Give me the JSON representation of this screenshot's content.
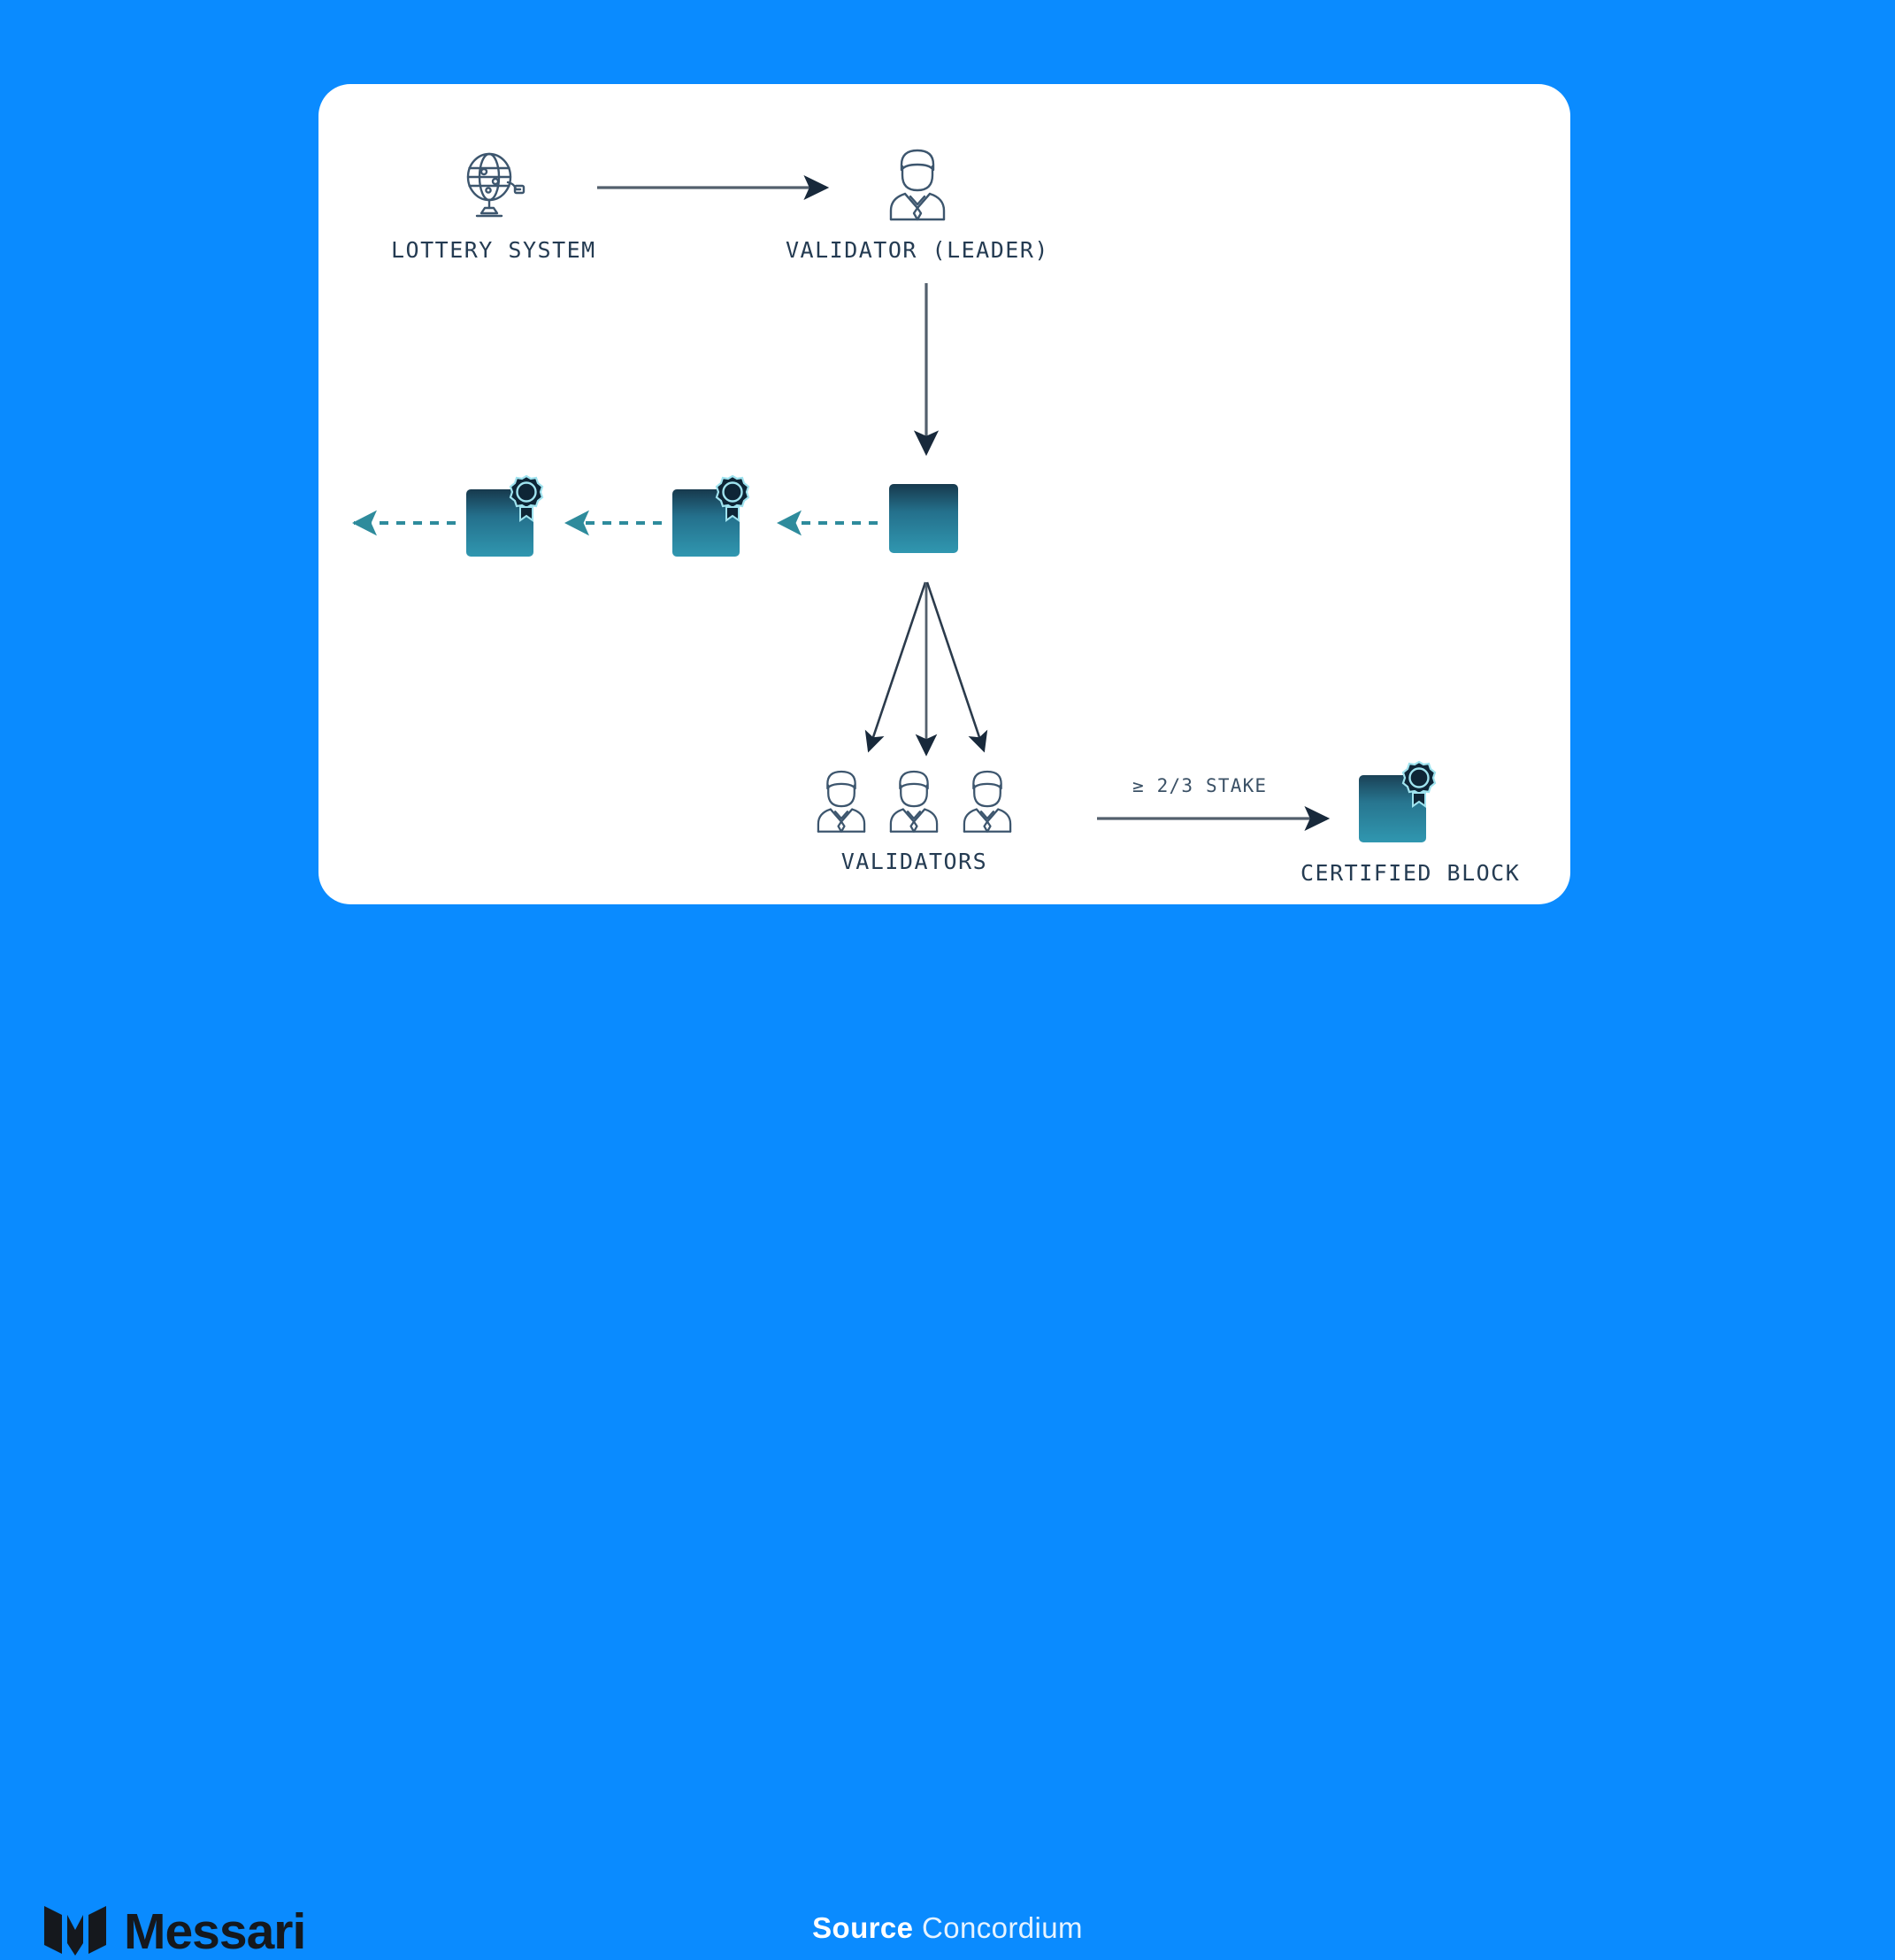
{
  "theme": {
    "background": "#0a8bff",
    "card_background": "#ffffff",
    "label_color": "#243b52",
    "arrow_solid_color": "#3b4a5c",
    "arrow_dashed_color": "#2e8b9c",
    "block_top_color": "#1b3a4d",
    "block_bottom_color": "#2d8ba3",
    "badge_color": "#10283a",
    "brand_color": "#15181d"
  },
  "diagram": {
    "nodes": [
      {
        "id": "lottery",
        "label": "LOTTERY SYSTEM",
        "icon": "lottery-ball-machine-icon"
      },
      {
        "id": "leader",
        "label": "VALIDATOR (LEADER)",
        "icon": "person-suit-icon"
      },
      {
        "id": "validators",
        "label": "VALIDATORS",
        "icon": "three-people-icon",
        "count": 3
      },
      {
        "id": "certified",
        "label": "CERTIFIED BLOCK",
        "icon": "block-with-badge-icon"
      }
    ],
    "blocks": [
      {
        "id": "block-1",
        "certified": true,
        "icon": "block-with-badge-icon"
      },
      {
        "id": "block-2",
        "certified": true,
        "icon": "block-with-badge-icon"
      },
      {
        "id": "block-3",
        "certified": false,
        "icon": "block-icon"
      }
    ],
    "edges": [
      {
        "id": "lottery-to-leader",
        "style": "solid",
        "direction": "right"
      },
      {
        "id": "leader-to-block",
        "style": "solid",
        "direction": "down"
      },
      {
        "id": "block3-to-block2",
        "style": "dashed",
        "direction": "left"
      },
      {
        "id": "block2-to-block1",
        "style": "dashed",
        "direction": "left"
      },
      {
        "id": "block1-to-chain",
        "style": "dashed",
        "direction": "left"
      },
      {
        "id": "block-to-validator-1",
        "style": "solid",
        "direction": "down-left"
      },
      {
        "id": "block-to-validator-2",
        "style": "solid",
        "direction": "down"
      },
      {
        "id": "block-to-validator-3",
        "style": "solid",
        "direction": "down-right"
      },
      {
        "id": "validators-to-certified",
        "style": "solid",
        "direction": "right",
        "label": "≥ 2/3 STAKE"
      }
    ],
    "stake_label": "≥ 2/3 STAKE"
  },
  "footer": {
    "brand": "Messari",
    "brand_logo_icon": "messari-m-logo-icon",
    "source_key": "Source",
    "source_value": "Concordium"
  }
}
